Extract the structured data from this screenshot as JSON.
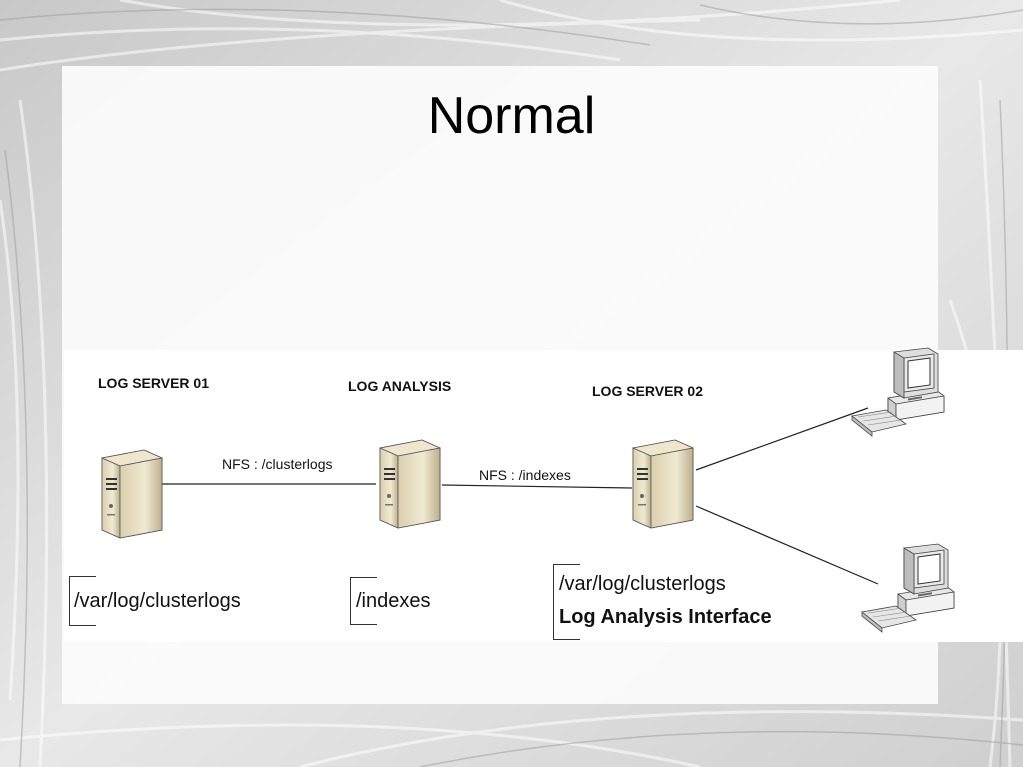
{
  "slide": {
    "title": "Normal"
  },
  "nodes": {
    "log_server_01": {
      "label": "LOG SERVER 01",
      "path": "/var/log/clusterlogs"
    },
    "log_analysis": {
      "label": "LOG ANALYSIS",
      "path": "/indexes"
    },
    "log_server_02": {
      "label": "LOG SERVER 02",
      "path": "/var/log/clusterlogs",
      "path2": "Log Analysis Interface"
    }
  },
  "links": {
    "nfs_clusterlogs": "NFS : /clusterlogs",
    "nfs_indexes": "NFS : /indexes"
  },
  "icons": {
    "server": "server-tower-icon",
    "workstation": "desktop-computer-icon"
  }
}
